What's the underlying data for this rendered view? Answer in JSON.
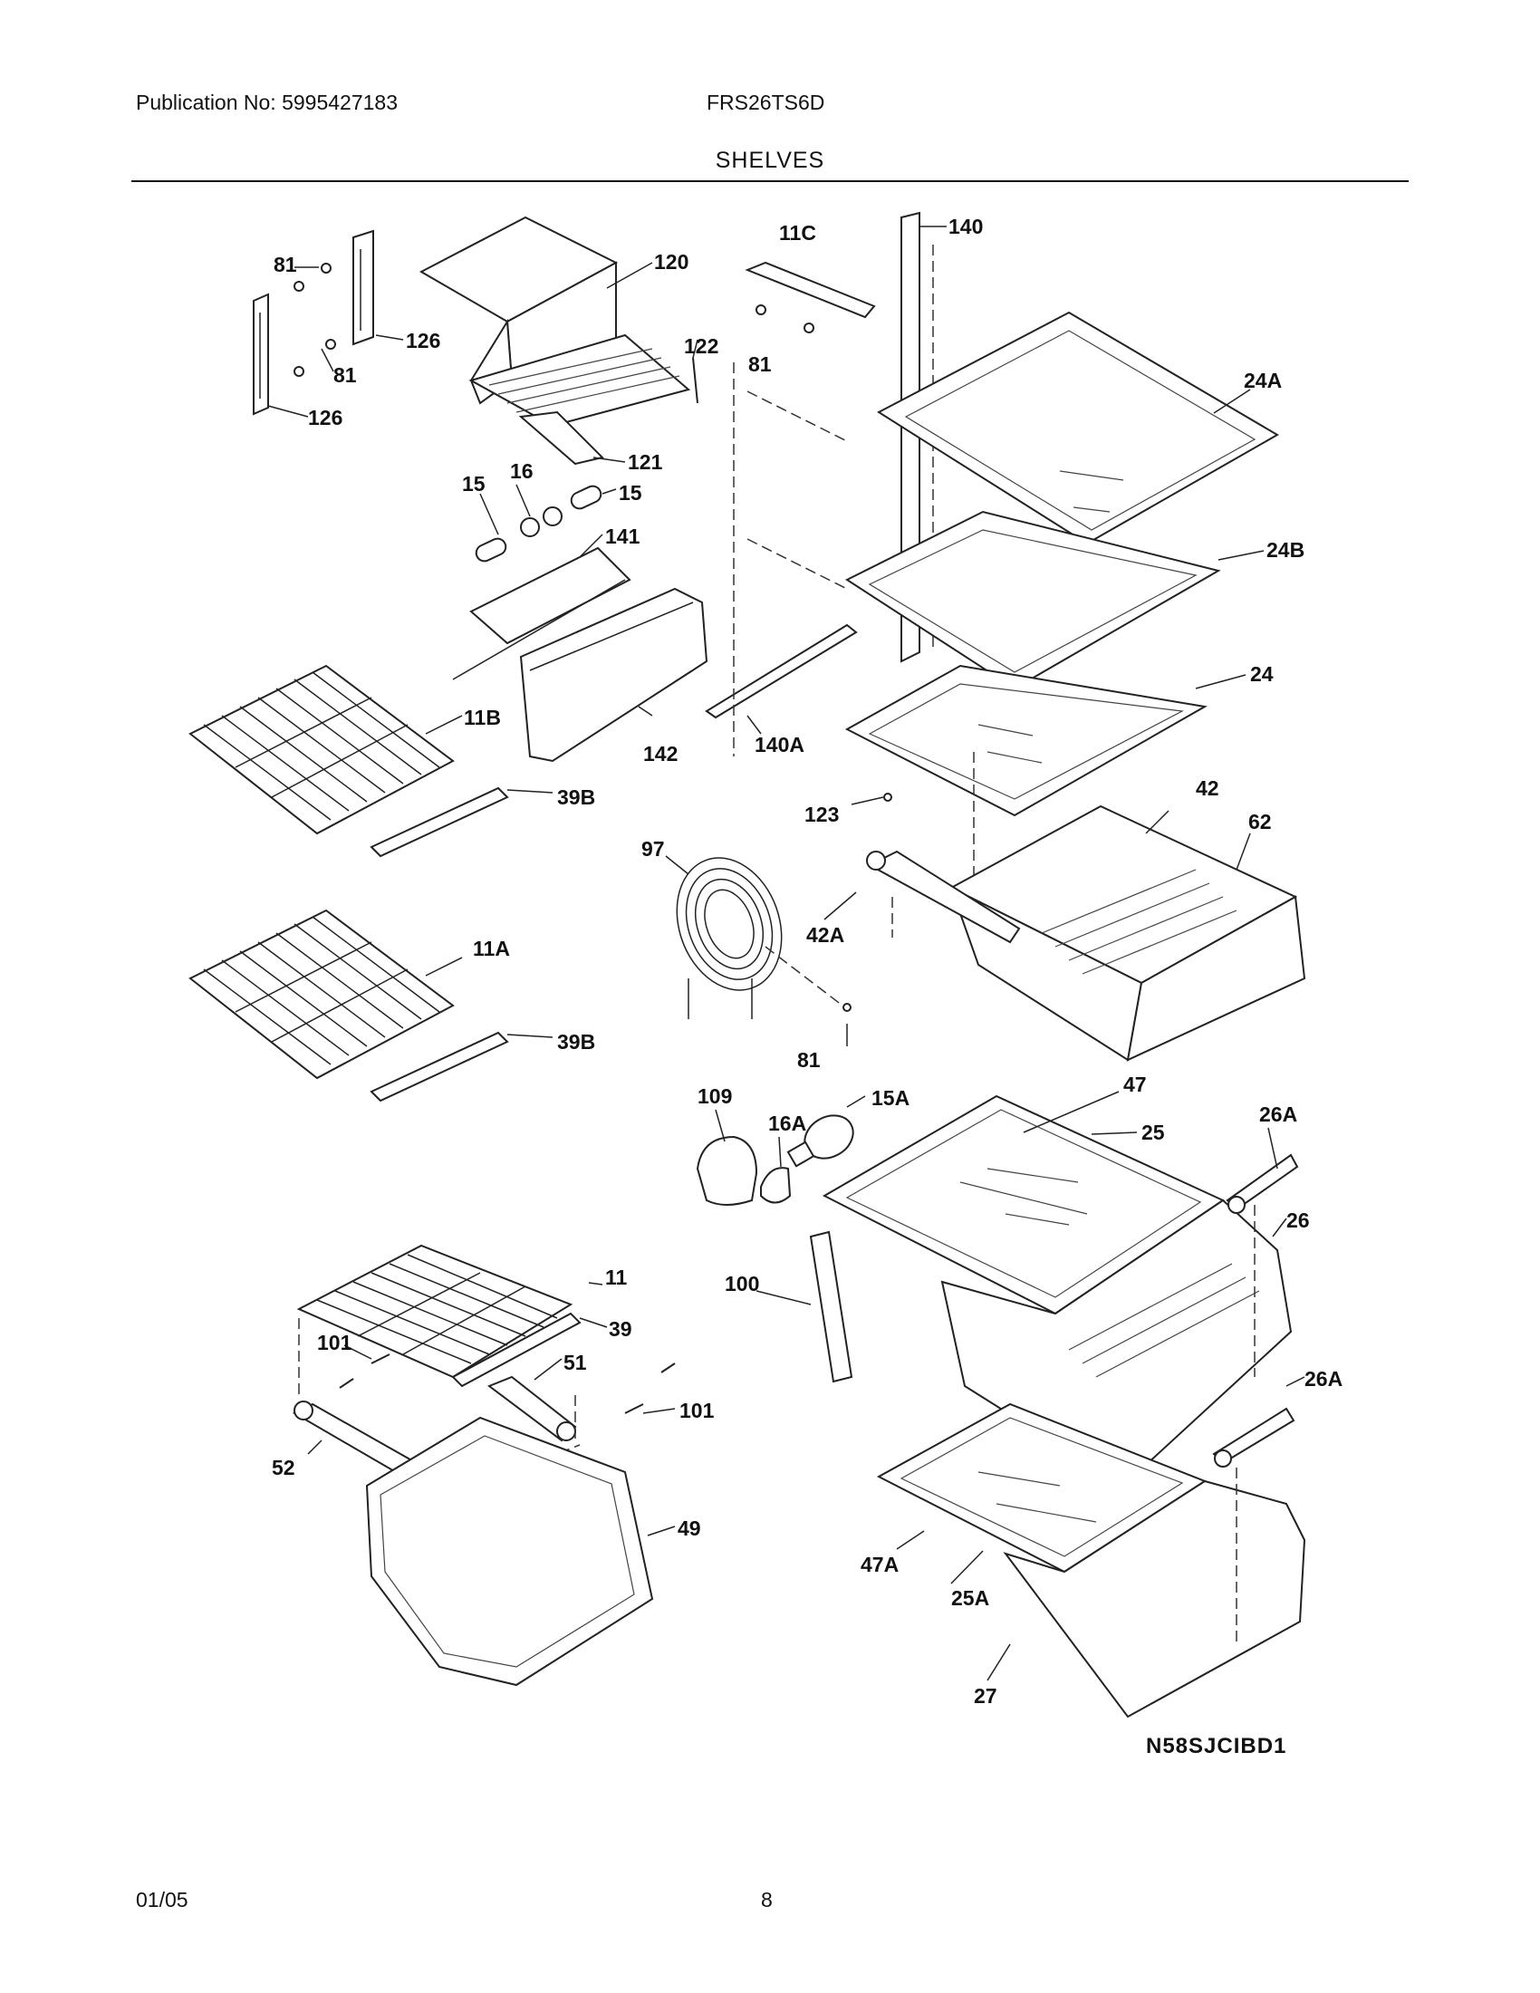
{
  "header": {
    "publication": "Publication No: 5995427183",
    "model": "FRS26TS6D",
    "section_title": "SHELVES"
  },
  "footer": {
    "date": "01/05",
    "page": "8"
  },
  "diagram_code": "N58SJCIBD1",
  "callouts": [
    "81",
    "126",
    "81",
    "126",
    "120",
    "122",
    "121",
    "16",
    "15",
    "15",
    "141",
    "142",
    "11B",
    "39B",
    "11A",
    "39B",
    "11C",
    "140",
    "81",
    "24A",
    "24B",
    "24",
    "140A",
    "123",
    "42",
    "62",
    "97",
    "42A",
    "81",
    "109",
    "16A",
    "15A",
    "47",
    "25",
    "26A",
    "26",
    "100",
    "11",
    "39",
    "51",
    "101",
    "101",
    "52",
    "49",
    "26A",
    "47A",
    "25A",
    "27"
  ]
}
